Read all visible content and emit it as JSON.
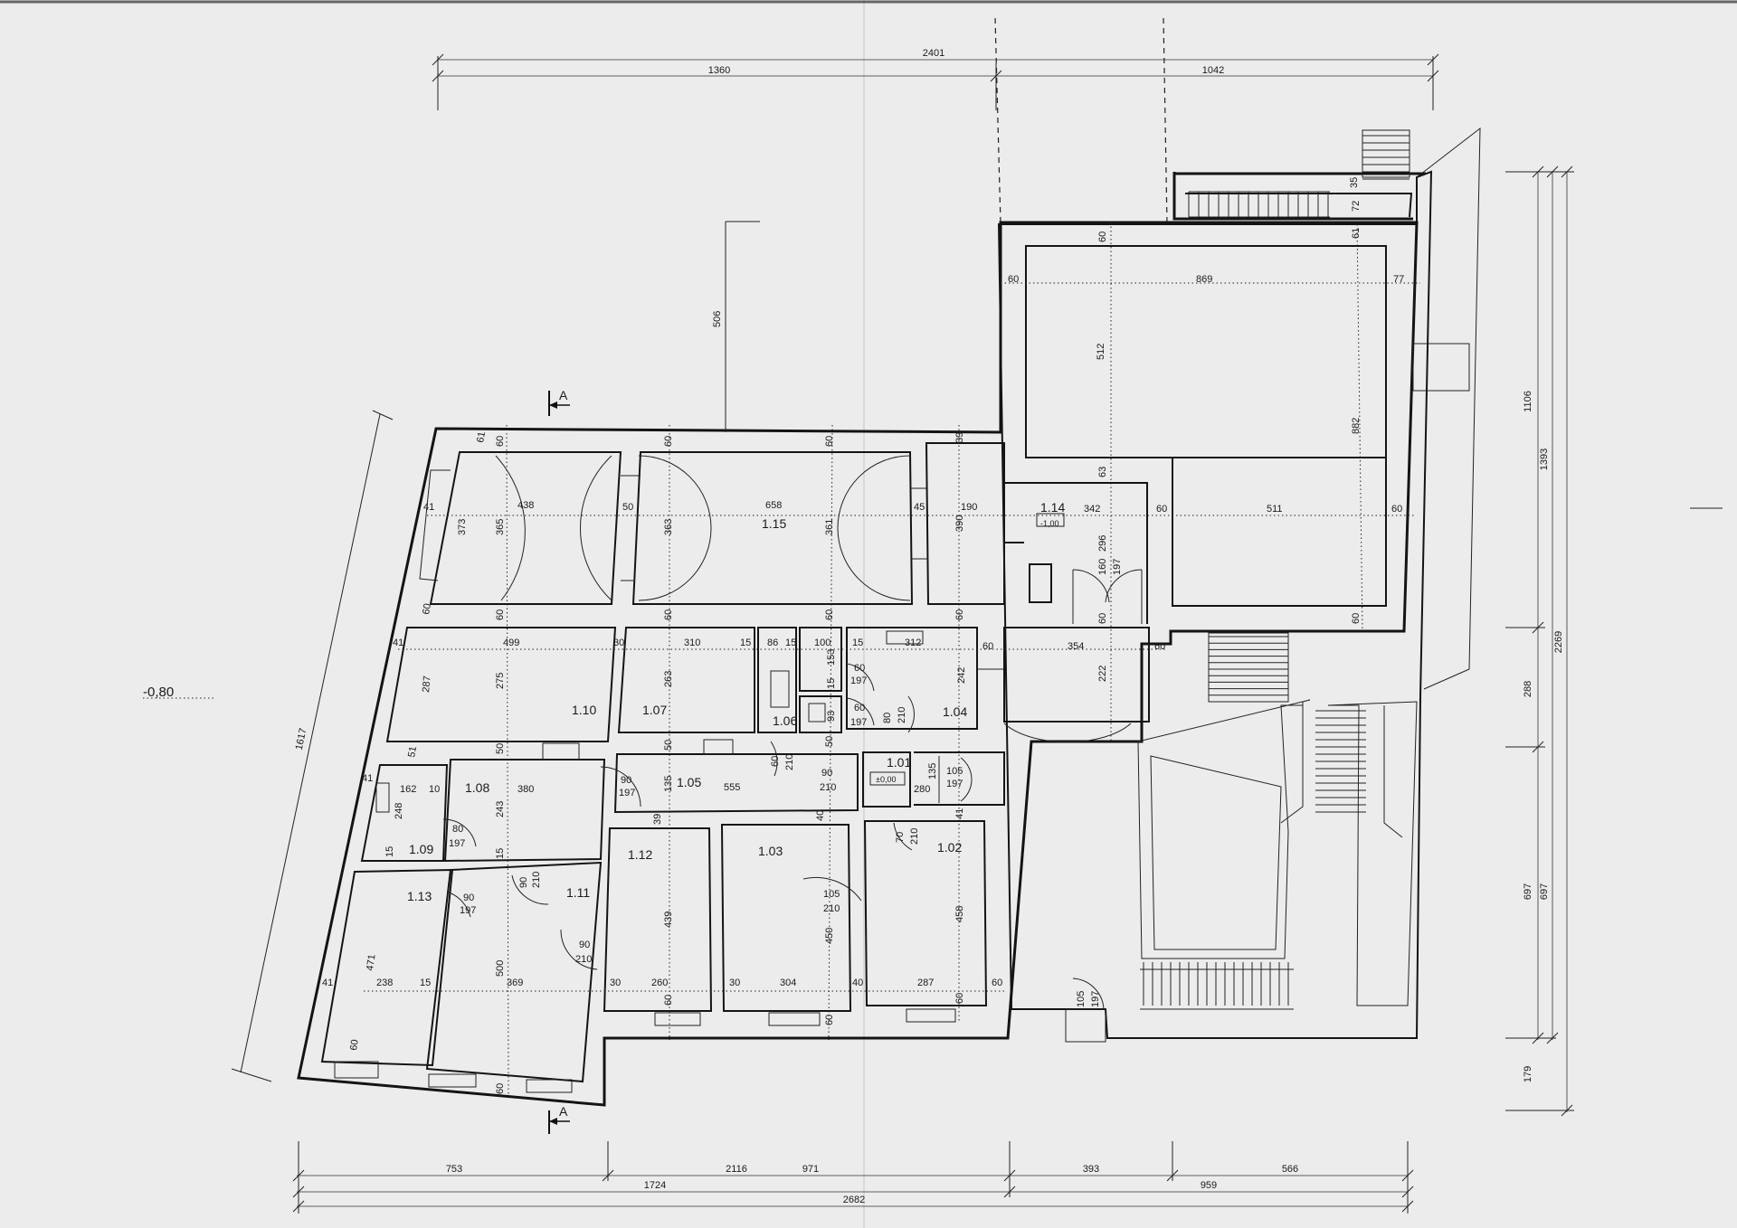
{
  "dims_top": [
    "2401",
    "1360",
    "1042"
  ],
  "dims_bottom": [
    "753",
    "2116",
    "971",
    "393",
    "566",
    "1724",
    "959",
    "2682"
  ],
  "dims_right": [
    "1106",
    "1393",
    "2269",
    "288",
    "697",
    "697",
    "179"
  ],
  "dims_left": [
    "1617"
  ],
  "level_mark": "-0,80",
  "section_marks": [
    "A",
    "A"
  ],
  "rooms": [
    "1.01",
    "1.02",
    "1.03",
    "1.04",
    "1.05",
    "1.06",
    "1.07",
    "1.08",
    "1.09",
    "1.10",
    "1.11",
    "1.12",
    "1.13",
    "1.14",
    "1.15"
  ],
  "level_tags": [
    "-1,00",
    "±0,00"
  ],
  "inner_dims": {
    "d506": "506",
    "d869": "869",
    "d77": "77",
    "d882": "882",
    "d512": "512",
    "d35": "35",
    "d72": "72",
    "d61b": "61",
    "d60a": "60",
    "d60b": "60",
    "d60c": "60",
    "d60d": "60",
    "d60e": "60",
    "d60f": "60",
    "d511": "511",
    "d63": "63",
    "d342": "342",
    "d296": "296",
    "d160": "160",
    "d197a": "197",
    "d354": "354",
    "d222": "222",
    "d60g": "60",
    "d60h": "60",
    "d438": "438",
    "d658": "658",
    "d50a": "50",
    "d45": "45",
    "d190": "190",
    "d41a": "41",
    "d373": "373",
    "d365": "365",
    "d363": "363",
    "d361": "361",
    "d390": "390",
    "d61a": "61",
    "d60i": "60",
    "d60j": "60",
    "d60k": "60",
    "d39": "39",
    "d499": "499",
    "d310": "310",
    "d30a": "30",
    "d15a": "15",
    "d86": "86",
    "d15b": "15",
    "d100": "100",
    "d15c": "15",
    "d312": "312",
    "d41b": "41",
    "d287a": "287",
    "d275": "275",
    "d263": "263",
    "d153": "153",
    "d15d": "15",
    "d93": "93",
    "d242": "242",
    "d60l": "60",
    "d197b": "197",
    "d60m": "60",
    "d197c": "197",
    "d80a": "80",
    "d210a": "210",
    "d60n": "60",
    "d60o": "60",
    "d60p": "60",
    "d60q": "60",
    "d60r": "60",
    "d51": "51",
    "d50b": "50",
    "d50c": "50",
    "d50d": "50",
    "d41c": "41",
    "d162": "162",
    "d10": "10",
    "d380": "380",
    "d248": "248",
    "d243": "243",
    "d80b": "80",
    "d197d": "197",
    "d15e": "15",
    "d15f": "15",
    "d90a": "90",
    "d197e": "197",
    "d135": "135",
    "d555": "555",
    "d60s": "60",
    "d210b": "210",
    "d90b": "90",
    "d210c": "210",
    "d280": "280",
    "d105a": "105",
    "d197f": "197",
    "d135b": "135",
    "d39b": "39",
    "d40a": "40",
    "d41d": "41",
    "d90c": "90",
    "d197g": "197",
    "d90d": "90",
    "d210d": "210",
    "d70": "70",
    "d210e": "210",
    "d105b": "105",
    "d210f": "210",
    "d90e": "90",
    "d210g": "210",
    "d471": "471",
    "d500": "500",
    "d439": "439",
    "d450": "450",
    "d458": "458",
    "d41e": "41",
    "d238": "238",
    "d15g": "15",
    "d369": "369",
    "d30b": "30",
    "d260": "260",
    "d30c": "30",
    "d304": "304",
    "d40b": "40",
    "d287b": "287",
    "d60t": "60",
    "d60u": "60",
    "d60v": "60",
    "d60w": "60",
    "d60x": "60",
    "d105c": "105",
    "d197h": "197"
  }
}
